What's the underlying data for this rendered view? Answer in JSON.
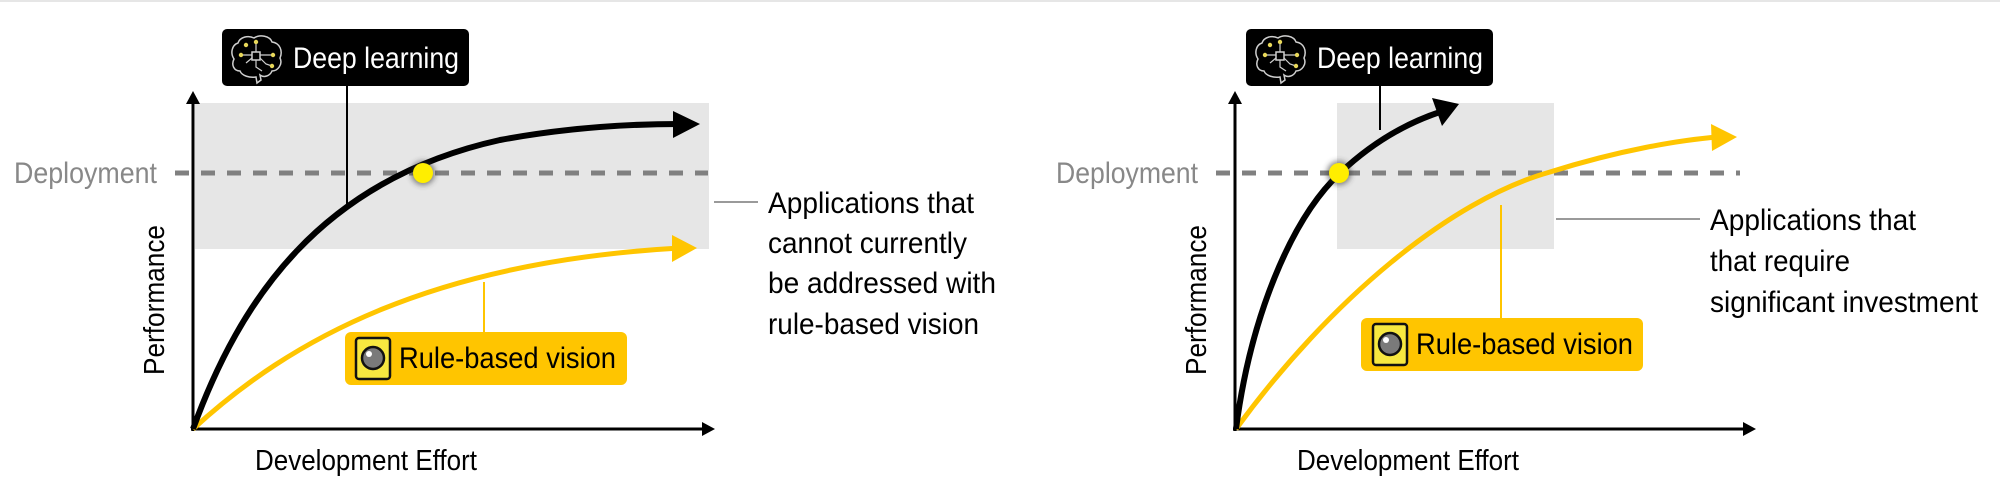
{
  "figure": {
    "panels": [
      {
        "id": "left",
        "y_axis_label": "Performance",
        "x_axis_label": "Development Effort",
        "threshold_label": "Deployment",
        "series": [
          {
            "name": "Deep learning",
            "color": "#000000",
            "icon": "brain-circuit-icon"
          },
          {
            "name": "Rule-based vision",
            "color": "#FFC500",
            "icon": "camera-lens-icon"
          }
        ],
        "region_label_lines": [
          "Applications that",
          "cannot currently",
          "be addressed with",
          "rule-based vision"
        ]
      },
      {
        "id": "right",
        "y_axis_label": "Performance",
        "x_axis_label": "Development Effort",
        "threshold_label": "Deployment",
        "series": [
          {
            "name": "Deep learning",
            "color": "#000000",
            "icon": "brain-circuit-icon"
          },
          {
            "name": "Rule-based vision",
            "color": "#FFC500",
            "icon": "camera-lens-icon"
          }
        ],
        "region_label_lines": [
          "Applications that",
          "that require",
          "significant investment"
        ]
      }
    ],
    "colors": {
      "deep_learning_label_bg": "#000000",
      "rule_based_label_bg": "#FFC500",
      "region_fill": "#E6E6E6",
      "threshold_line": "#808080",
      "threshold_text": "#888888",
      "intersection_dot": "#FFEE00"
    }
  }
}
